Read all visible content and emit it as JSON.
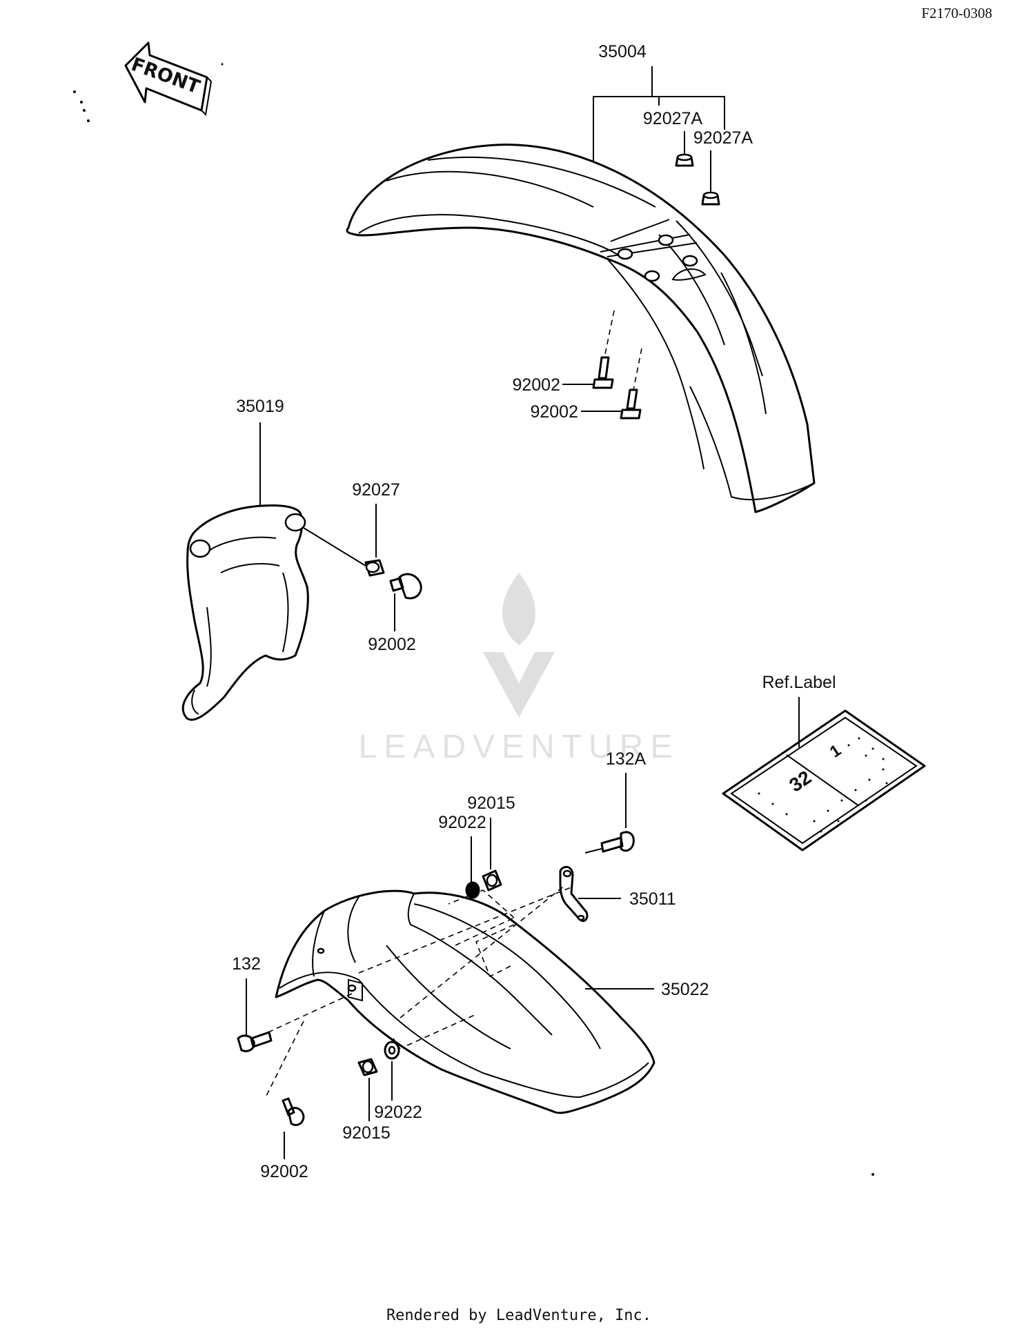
{
  "diagram_code": "F2170-0308",
  "front_arrow_text": "FRONT",
  "watermark": "LEADVENTURE",
  "footer": "Rendered by LeadVenture, Inc.",
  "ref_label": {
    "caption": "Ref.Label",
    "digits": "32",
    "digit2": "1"
  },
  "callouts": {
    "front_fender": "35004",
    "front_nut_1": "92027A",
    "front_nut_2": "92027A",
    "front_bolt_1": "92002",
    "front_bolt_2": "92002",
    "guard": "35019",
    "guard_nut": "92027",
    "guard_bolt": "92002",
    "bolt_132a": "132A",
    "nut_92015_top": "92015",
    "washer_92022_top": "92022",
    "bracket": "35011",
    "bolt_132": "132",
    "rear_fender": "35022",
    "washer_92022_bottom": "92022",
    "nut_92015_bottom": "92015",
    "bolt_bottom": "92002"
  }
}
